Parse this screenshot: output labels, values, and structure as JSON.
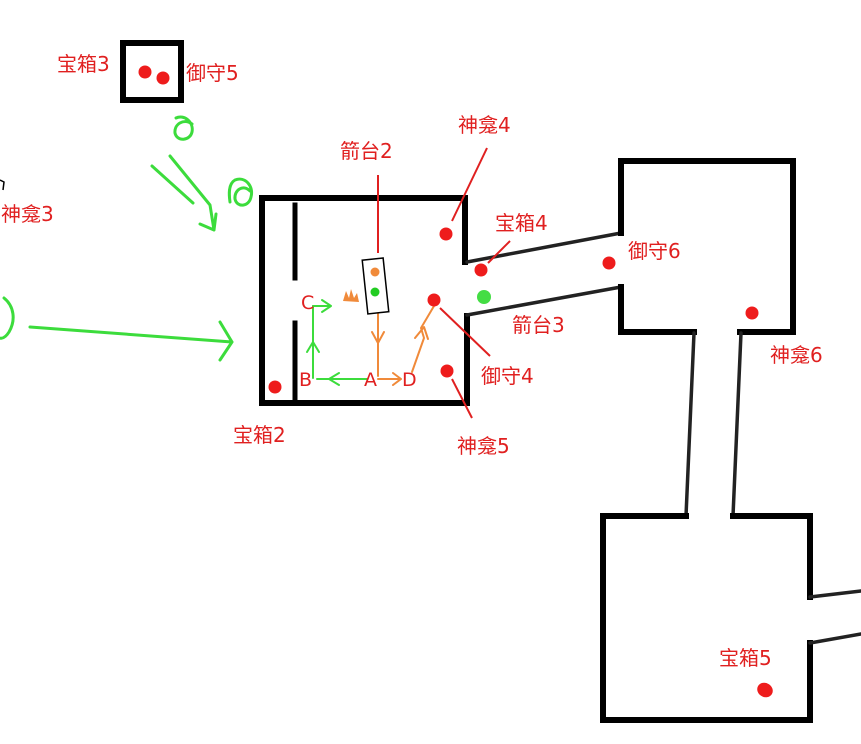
{
  "colors": {
    "marker": "#ee1c1c",
    "label": "#e02020",
    "path_green": "#3cdc3c",
    "path_orange": "#f08a3a",
    "wall": "#000000"
  },
  "labels": {
    "chest2": "宝箱2",
    "chest3": "宝箱3",
    "chest4": "宝箱4",
    "chest5": "宝箱5",
    "shrine3": "神龛3",
    "shrine4": "神龛4",
    "shrine5": "神龛5",
    "shrine6": "神龛6",
    "charm4": "御守4",
    "charm5": "御守5",
    "charm6": "御守6",
    "tower2": "箭台2",
    "tower3": "箭台3"
  },
  "path_points": {
    "a": "A",
    "b": "B",
    "c": "C",
    "d": "D"
  },
  "icons": {
    "flame": "flame-icon",
    "spiral": "spiral-icon",
    "traffic_light": "arrow-tower-icon"
  }
}
